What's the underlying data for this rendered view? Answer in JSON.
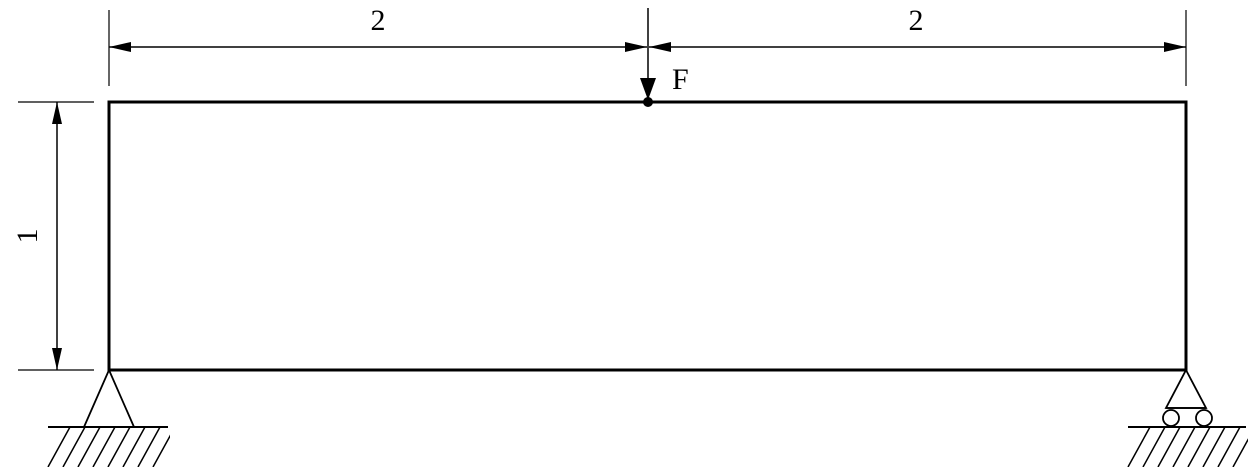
{
  "dimensions": {
    "left_span": "2",
    "right_span": "2",
    "height": "1"
  },
  "load": {
    "label": "F"
  },
  "colors": {
    "stroke": "#000000",
    "background": "#ffffff"
  },
  "supports": {
    "left": "pin-support",
    "right": "roller-support"
  }
}
